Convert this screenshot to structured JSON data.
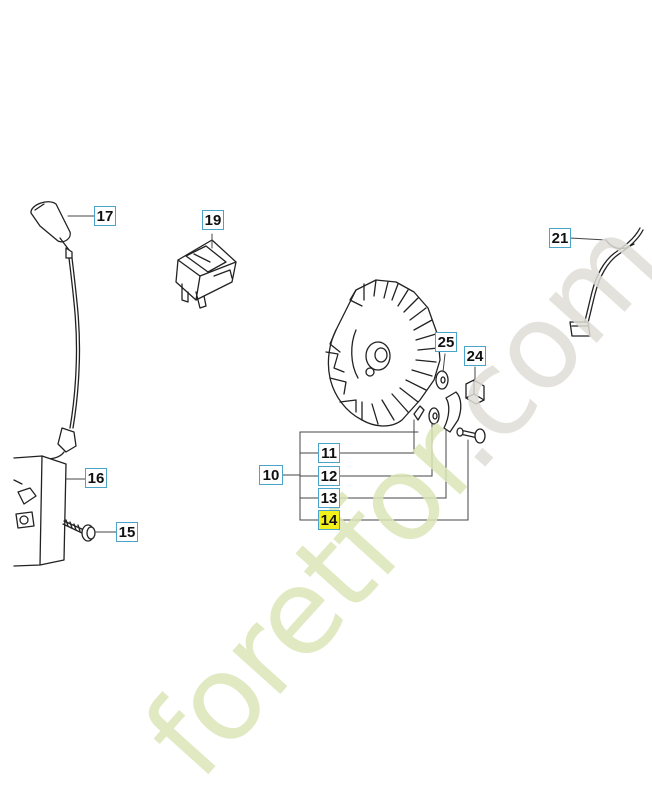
{
  "callouts": {
    "c10": "10",
    "c11": "11",
    "c12": "12",
    "c13": "13",
    "c14": "14",
    "c15": "15",
    "c16": "16",
    "c17": "17",
    "c19": "19",
    "c21": "21",
    "c24": "24",
    "c25": "25"
  },
  "watermark": {
    "text_main": "foretfor",
    "text_dotcom": ".com"
  },
  "colors": {
    "callout_border": "#4aa3c8",
    "highlight": "#f2ef1a",
    "line_art": "#222222",
    "watermark_green": "#dbe6b8",
    "watermark_gray": "#e0ddd6"
  }
}
